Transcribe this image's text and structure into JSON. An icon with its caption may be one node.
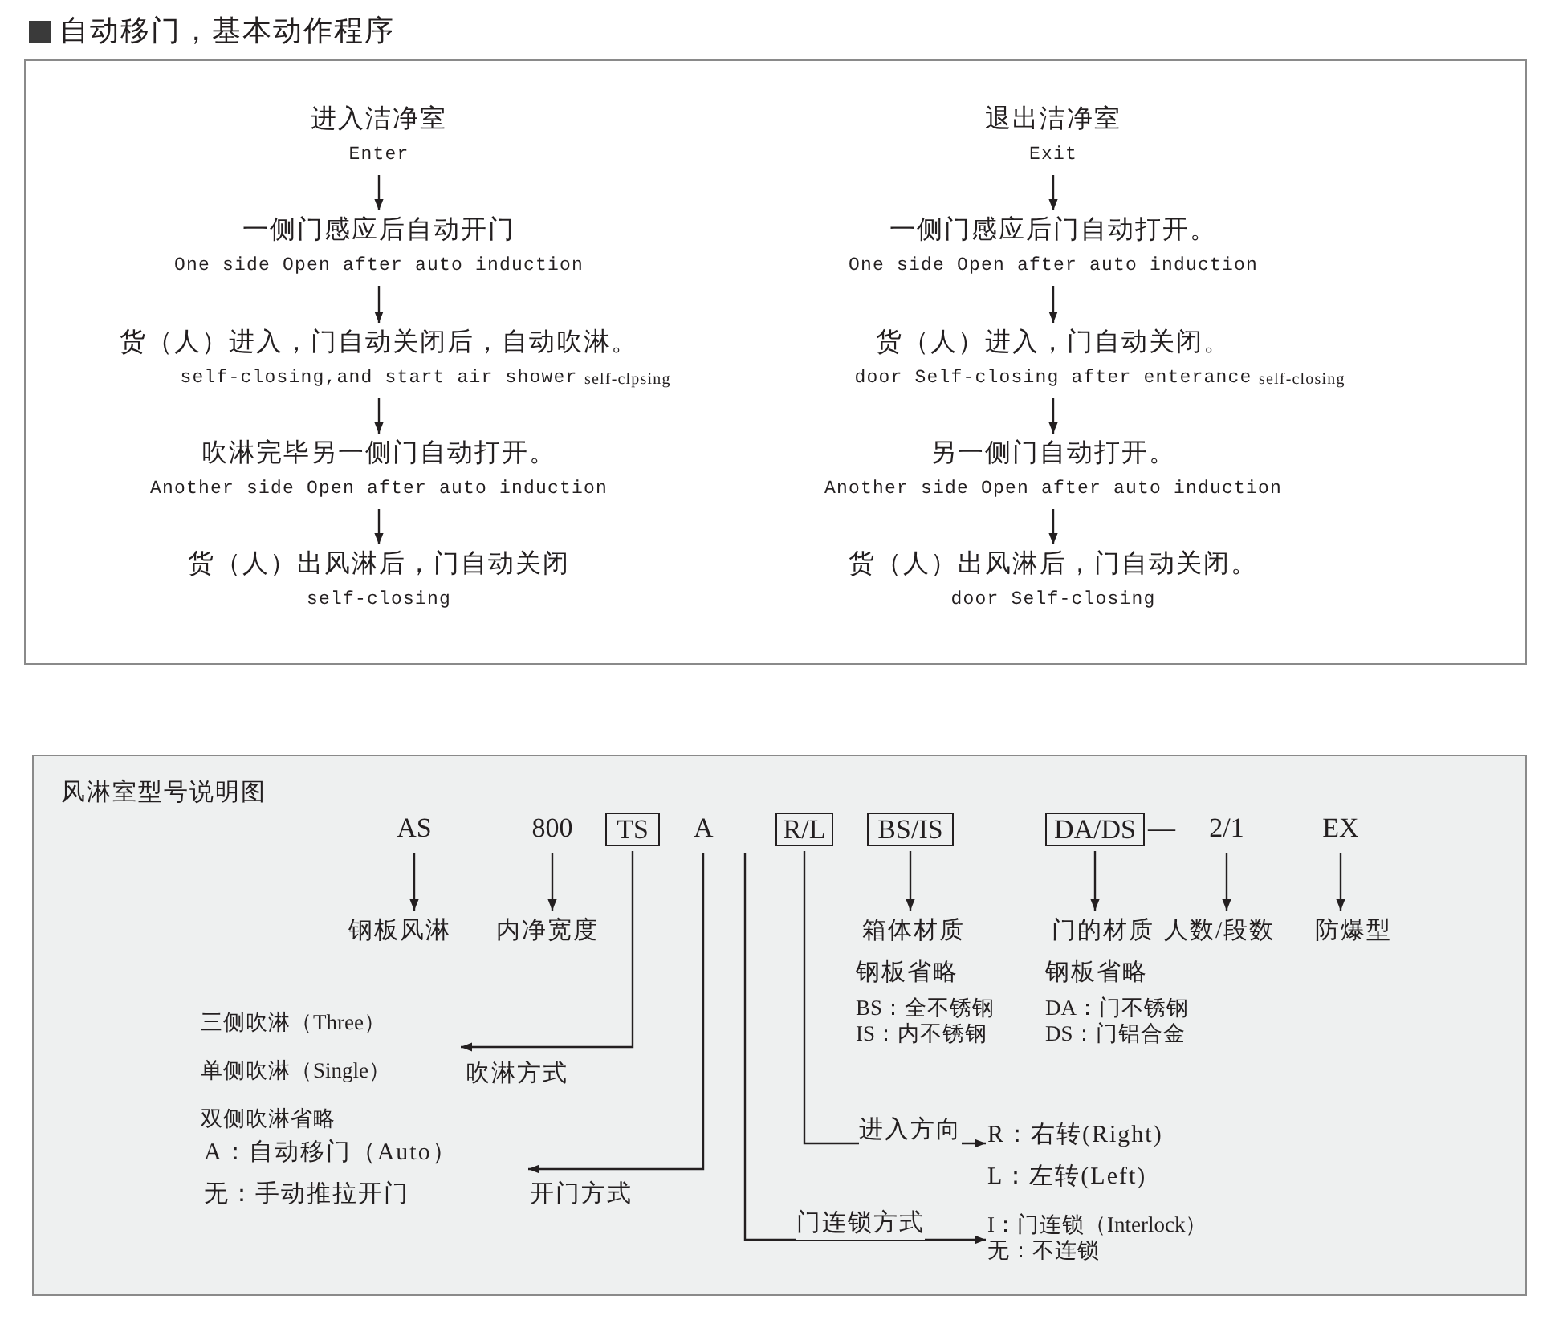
{
  "diagram": {
    "nodes": [
      {
        "text": [
          "自动移门，基本动作程序"
        ]
      },
      {
        "text": [
          "进入洁净室",
          "Enter"
        ],
        "in": 0
      },
      {
        "text": [
          "一侧门感应后自动开门",
          "One side Open after auto induction"
        ],
        "in": 0
      },
      {
        "text": [
          "货（人）进入，门自动关闭后，自动吹淋。",
          "self-closing,and start air shower"
        ],
        "in": 0,
        "beside": [
          "self-clpsing"
        ]
      },
      {
        "text": [
          "吹淋完毕另一侧门自动打开。",
          "Another side Open after auto induction"
        ],
        "in": 0
      },
      {
        "text": [
          "货（人）出风淋后，门自动关闭",
          "self-closing"
        ],
        "in": 0
      },
      {
        "text": [
          "退出洁净室",
          "Exit"
        ],
        "in": 0
      },
      {
        "text": [
          "一侧门感应后门自动打开。",
          "One side Open after auto induction"
        ],
        "in": 0
      },
      {
        "text": [
          "货（人）进入，门自动关闭。",
          "door Self-closing after enterance"
        ],
        "in": 0,
        "beside": [
          "self-closing"
        ]
      },
      {
        "text": [
          "另一侧门自动打开。",
          "Another side Open after auto induction"
        ],
        "in": 0
      },
      {
        "text": [
          "货（人）出风淋后，门自动关闭。",
          "door Self-closing"
        ],
        "in": 0
      },
      {
        "text": [
          "风淋室型号说明图"
        ]
      },
      {
        "text": [
          "AS"
        ],
        "in": 11
      },
      {
        "text": [
          "800"
        ],
        "in": 11
      },
      {
        "text": [
          "TS"
        ],
        "in": 11
      },
      {
        "text": [
          "A"
        ],
        "in": 11
      },
      {
        "text": [
          "R/L"
        ],
        "in": 11
      },
      {
        "text": [
          "BS/IS"
        ],
        "in": 11
      },
      {
        "text": [
          "DA/DS"
        ],
        "in": 11,
        "beside": [
          "—"
        ]
      },
      {
        "text": [
          "2/1"
        ],
        "in": 11
      },
      {
        "text": [
          "EX"
        ],
        "in": 11
      },
      {
        "text": [
          "钢板风淋"
        ],
        "in": 11
      },
      {
        "text": [
          "内净宽度"
        ],
        "in": 11
      },
      {
        "text": [
          "箱体材质",
          "钢板省略",
          "BS：全不锈钢",
          "IS：内不锈钢"
        ],
        "in": 11
      },
      {
        "text": [
          "门的材质",
          "钢板省略",
          "DA：门不锈钢",
          "DS：门铝合金"
        ],
        "in": 11
      },
      {
        "text": [
          "人数/段数"
        ],
        "in": 11
      },
      {
        "text": [
          "防爆型"
        ],
        "in": 11
      },
      {
        "text": [
          "三侧吹淋（Three）",
          "单侧吹淋（Single）",
          "双侧吹淋省略"
        ],
        "in": 11
      },
      {
        "text": [
          "A：自动移门（Auto）",
          "无：手动推拉开门"
        ],
        "in": 11
      },
      {
        "text": [
          "I：门连锁（Interlock）",
          "无：不连锁"
        ],
        "in": 11
      },
      {
        "text": [
          "R：右转(Right)",
          "L：左转(Left)"
        ],
        "in": 11
      }
    ],
    "edges": [
      {
        "from": 1,
        "to": 2,
        "arrow": "to"
      },
      {
        "from": 2,
        "to": 3,
        "arrow": "to"
      },
      {
        "from": 3,
        "to": 4,
        "arrow": "to"
      },
      {
        "from": 4,
        "to": 5,
        "arrow": "to"
      },
      {
        "from": 6,
        "to": 7,
        "arrow": "to"
      },
      {
        "from": 7,
        "to": 8,
        "arrow": "to"
      },
      {
        "from": 8,
        "to": 9,
        "arrow": "to"
      },
      {
        "from": 9,
        "to": 10,
        "arrow": "to"
      },
      {
        "from": 12,
        "to": 21,
        "arrow": "to"
      },
      {
        "from": 13,
        "to": 22,
        "arrow": "to"
      },
      {
        "from": 17,
        "to": 23,
        "arrow": "to"
      },
      {
        "from": 18,
        "to": 24,
        "arrow": "to"
      },
      {
        "from": 19,
        "to": 25,
        "arrow": "to"
      },
      {
        "from": 20,
        "to": 26,
        "arrow": "to"
      },
      {
        "from": 14,
        "to": 27,
        "arrow": "to",
        "label": "吹淋方式"
      },
      {
        "from": 15,
        "to": 28,
        "arrow": "to",
        "label": "开门方式"
      },
      {
        "from": 16,
        "to": 30,
        "arrow": "to",
        "label": "进入方向"
      },
      {
        "from": 15,
        "to": 29,
        "arrow": "to",
        "label": "门连锁方式"
      }
    ]
  }
}
